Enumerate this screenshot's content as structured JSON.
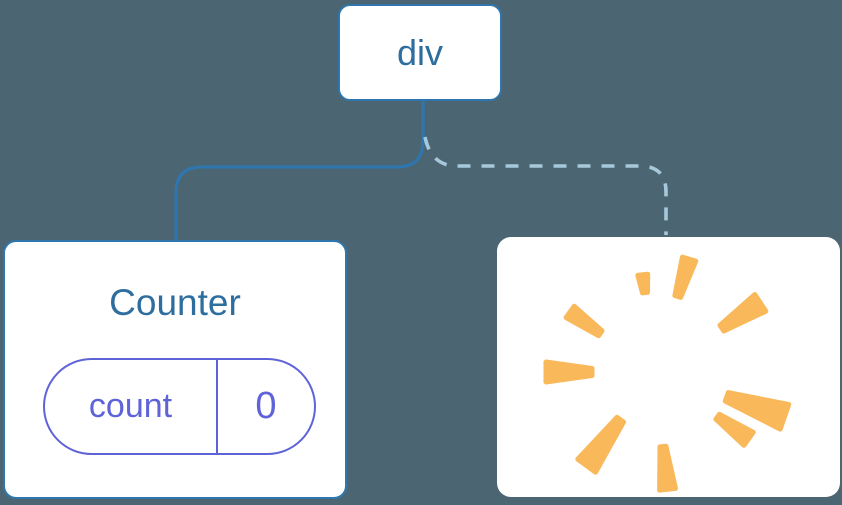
{
  "diagram": {
    "root_node": {
      "label": "div"
    },
    "counter_card": {
      "title": "Counter",
      "state_pill": {
        "key": "count",
        "value": "0"
      }
    },
    "removed_card": {
      "icon": "poof-explosion"
    }
  },
  "colors": {
    "background": "#4b6672",
    "card-bg": "#ffffff",
    "blue-border": "#2e76ad",
    "blue-text": "#2e6e9e",
    "dashed-line": "#a7c7db",
    "indigo": "#5f63d8",
    "poof-orange": "#f9b95b"
  }
}
